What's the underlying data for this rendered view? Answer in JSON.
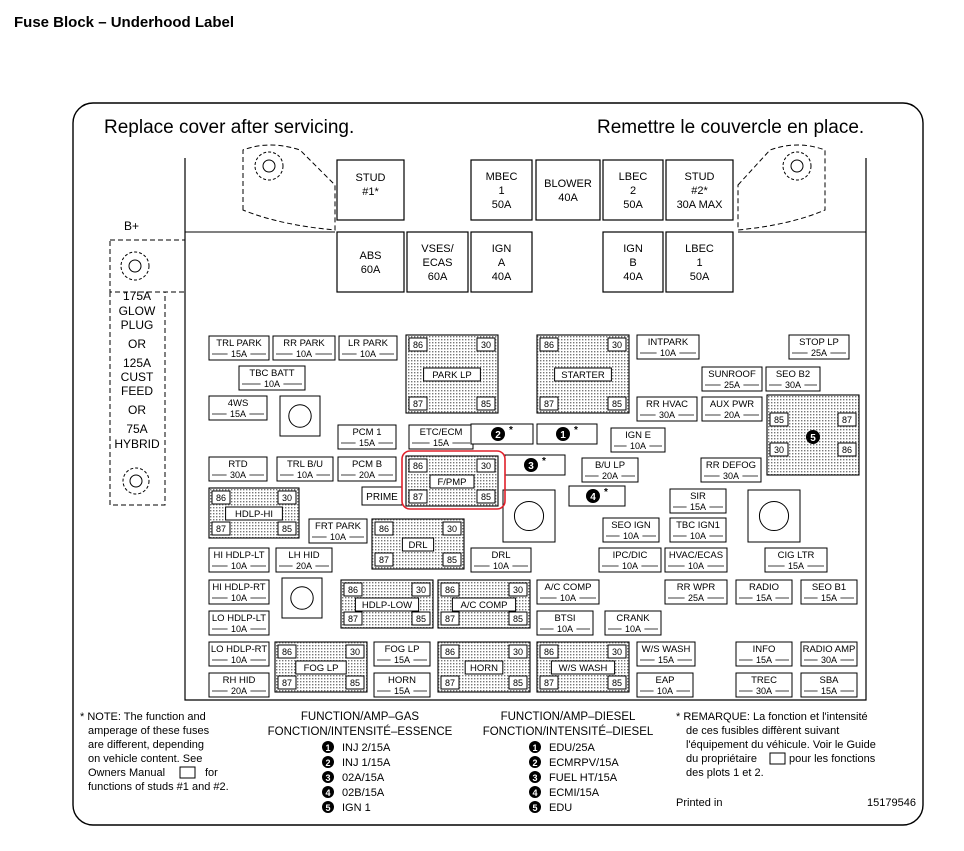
{
  "page_title": "Fuse Block – Underhood Label",
  "label": {
    "cover_en": "Replace cover after servicing.",
    "cover_fr": "Remettre le couvercle en place.",
    "battery_terminal": "B+",
    "glow_plug_lines": [
      "175A",
      "GLOW",
      "PLUG",
      "OR",
      "125A",
      "CUST",
      "FEED",
      "OR",
      "75A",
      "HYBRID"
    ]
  },
  "big_fuses": [
    {
      "id": "stud1",
      "lines": [
        "STUD",
        "#1*"
      ]
    },
    {
      "id": "mbec1",
      "lines": [
        "MBEC",
        "1",
        "50A"
      ]
    },
    {
      "id": "blower",
      "lines": [
        "BLOWER",
        "40A"
      ]
    },
    {
      "id": "lbec2",
      "lines": [
        "LBEC",
        "2",
        "50A"
      ]
    },
    {
      "id": "stud2",
      "lines": [
        "STUD",
        "#2*",
        "30A MAX"
      ]
    },
    {
      "id": "abs",
      "lines": [
        "ABS",
        "60A"
      ]
    },
    {
      "id": "vses",
      "lines": [
        "VSES/",
        "ECAS",
        "60A"
      ]
    },
    {
      "id": "igna",
      "lines": [
        "IGN",
        "A",
        "40A"
      ]
    },
    {
      "id": "ignb",
      "lines": [
        "IGN",
        "B",
        "40A"
      ]
    },
    {
      "id": "lbec1",
      "lines": [
        "LBEC",
        "1",
        "50A"
      ]
    }
  ],
  "fuses": [
    {
      "id": "trl-park",
      "name": "TRL PARK",
      "amp": "15A"
    },
    {
      "id": "rr-park",
      "name": "RR PARK",
      "amp": "10A"
    },
    {
      "id": "lr-park",
      "name": "LR PARK",
      "amp": "10A"
    },
    {
      "id": "tbc-batt",
      "name": "TBC BATT",
      "amp": "10A"
    },
    {
      "id": "4ws",
      "name": "4WS",
      "amp": "15A"
    },
    {
      "id": "pcm1",
      "name": "PCM 1",
      "amp": "15A"
    },
    {
      "id": "etc-ecm",
      "name": "ETC/ECM",
      "amp": "15A"
    },
    {
      "id": "rtd",
      "name": "RTD",
      "amp": "30A"
    },
    {
      "id": "trl-bu",
      "name": "TRL B/U",
      "amp": "10A"
    },
    {
      "id": "pcm-b",
      "name": "PCM B",
      "amp": "20A"
    },
    {
      "id": "intpark",
      "name": "INTPARK",
      "amp": "10A"
    },
    {
      "id": "stop-lp",
      "name": "STOP LP",
      "amp": "25A"
    },
    {
      "id": "sunroof",
      "name": "SUNROOF",
      "amp": "25A"
    },
    {
      "id": "seo-b2",
      "name": "SEO B2",
      "amp": "30A"
    },
    {
      "id": "rr-hvac",
      "name": "RR HVAC",
      "amp": "30A"
    },
    {
      "id": "aux-pwr",
      "name": "AUX PWR",
      "amp": "20A"
    },
    {
      "id": "ign-e",
      "name": "IGN E",
      "amp": "10A"
    },
    {
      "id": "bu-lp",
      "name": "B/U LP",
      "amp": "20A"
    },
    {
      "id": "rr-defog",
      "name": "RR DEFOG",
      "amp": "30A"
    },
    {
      "id": "sir",
      "name": "SIR",
      "amp": "15A"
    },
    {
      "id": "frt-park",
      "name": "FRT PARK",
      "amp": "10A"
    },
    {
      "id": "seo-ign",
      "name": "SEO IGN",
      "amp": "10A"
    },
    {
      "id": "tbc-ign1",
      "name": "TBC IGN1",
      "amp": "10A"
    },
    {
      "id": "hi-hdlp-lt",
      "name": "HI HDLP-LT",
      "amp": "10A"
    },
    {
      "id": "lh-hid",
      "name": "LH HID",
      "amp": "20A"
    },
    {
      "id": "drl-fuse",
      "name": "DRL",
      "amp": "10A"
    },
    {
      "id": "ipc-dic",
      "name": "IPC/DIC",
      "amp": "10A"
    },
    {
      "id": "hvac-ecas",
      "name": "HVAC/ECAS",
      "amp": "10A"
    },
    {
      "id": "cig-ltr",
      "name": "CIG LTR",
      "amp": "15A"
    },
    {
      "id": "hi-hdlp-rt",
      "name": "HI HDLP-RT",
      "amp": "10A"
    },
    {
      "id": "ac-comp-fuse",
      "name": "A/C COMP",
      "amp": "10A"
    },
    {
      "id": "rr-wpr",
      "name": "RR WPR",
      "amp": "25A"
    },
    {
      "id": "radio",
      "name": "RADIO",
      "amp": "15A"
    },
    {
      "id": "seo-b1",
      "name": "SEO B1",
      "amp": "15A"
    },
    {
      "id": "lo-hdlp-lt",
      "name": "LO HDLP-LT",
      "amp": "10A"
    },
    {
      "id": "btsi",
      "name": "BTSI",
      "amp": "10A"
    },
    {
      "id": "crank",
      "name": "CRANK",
      "amp": "10A"
    },
    {
      "id": "lo-hdlp-rt",
      "name": "LO HDLP-RT",
      "amp": "10A"
    },
    {
      "id": "fog-lp-fuse",
      "name": "FOG LP",
      "amp": "15A"
    },
    {
      "id": "ws-wash-fuse",
      "name": "W/S WASH",
      "amp": "15A"
    },
    {
      "id": "info",
      "name": "INFO",
      "amp": "15A"
    },
    {
      "id": "radio-amp",
      "name": "RADIO AMP",
      "amp": "30A"
    },
    {
      "id": "rh-hid",
      "name": "RH HID",
      "amp": "20A"
    },
    {
      "id": "horn-fuse",
      "name": "HORN",
      "amp": "15A"
    },
    {
      "id": "eap",
      "name": "EAP",
      "amp": "10A"
    },
    {
      "id": "trec",
      "name": "TREC",
      "amp": "30A"
    },
    {
      "id": "sba",
      "name": "SBA",
      "amp": "15A"
    }
  ],
  "relays": [
    {
      "id": "park-lp",
      "name": "PARK LP",
      "pins": [
        "86",
        "30",
        "87",
        "85"
      ]
    },
    {
      "id": "starter",
      "name": "STARTER",
      "pins": [
        "86",
        "30",
        "87",
        "85"
      ]
    },
    {
      "id": "fpmp",
      "name": "F/PMP",
      "pins": [
        "86",
        "30",
        "87",
        "85"
      ]
    },
    {
      "id": "hdlp-hi",
      "name": "HDLP-HI",
      "pins": [
        "86",
        "30",
        "87",
        "85"
      ]
    },
    {
      "id": "drl",
      "name": "DRL",
      "pins": [
        "86",
        "30",
        "87",
        "85"
      ]
    },
    {
      "id": "hdlp-low",
      "name": "HDLP-LOW",
      "pins": [
        "86",
        "30",
        "87",
        "85"
      ]
    },
    {
      "id": "ac-comp",
      "name": "A/C COMP",
      "pins": [
        "86",
        "30",
        "87",
        "85"
      ]
    },
    {
      "id": "fog-lp",
      "name": "FOG LP",
      "pins": [
        "86",
        "30",
        "87",
        "85"
      ]
    },
    {
      "id": "horn",
      "name": "HORN",
      "pins": [
        "86",
        "30",
        "87",
        "85"
      ]
    },
    {
      "id": "ws-wash",
      "name": "W/S WASH",
      "pins": [
        "86",
        "30",
        "87",
        "85"
      ]
    },
    {
      "id": "relay5",
      "name": "5",
      "pins": [
        "85",
        "87",
        "30",
        "86"
      ]
    }
  ],
  "numbered": [
    {
      "id": "n1",
      "num": "1",
      "suffix": "*"
    },
    {
      "id": "n2",
      "num": "2",
      "suffix": "*"
    },
    {
      "id": "n3",
      "num": "3",
      "suffix": "*"
    },
    {
      "id": "n4",
      "num": "4",
      "suffix": "*"
    }
  ],
  "prime_label": "PRIME",
  "note_en": [
    "* NOTE:  The function and",
    "amperage of these fuses",
    "are different, depending",
    "on vehicle content.  See",
    "Owners Manual",
    "for",
    "functions of studs #1 and #2."
  ],
  "gas": {
    "header": [
      "FUNCTION/AMP–GAS",
      "FONCTION/INTENSITÉ–ESSENCE"
    ],
    "items": [
      {
        "num": "1",
        "text": "INJ 2/15A"
      },
      {
        "num": "2",
        "text": "INJ 1/15A"
      },
      {
        "num": "3",
        "text": "02A/15A"
      },
      {
        "num": "4",
        "text": "02B/15A"
      },
      {
        "num": "5",
        "text": "IGN 1"
      }
    ]
  },
  "diesel": {
    "header": [
      "FUNCTION/AMP–DIESEL",
      "FONCTION/INTENSITÉ–DIESEL"
    ],
    "items": [
      {
        "num": "1",
        "text": "EDU/25A"
      },
      {
        "num": "2",
        "text": "ECMRPV/15A"
      },
      {
        "num": "3",
        "text": "FUEL HT/15A"
      },
      {
        "num": "4",
        "text": "ECMI/15A"
      },
      {
        "num": "5",
        "text": "EDU"
      }
    ]
  },
  "note_fr": [
    "* REMARQUE:  La fonction et l'intensité",
    "de ces fusibles diffèrent suivant",
    "l'équipement du véhicule. Voir le Guide",
    "du propriétaire",
    "pour les fonctions",
    "des plots 1 et 2."
  ],
  "printed_in": "Printed in",
  "part_number": "15179546",
  "colors": {
    "highlight": "#e0202a",
    "stipple": "#c9c9c9",
    "ink": "#000000"
  }
}
